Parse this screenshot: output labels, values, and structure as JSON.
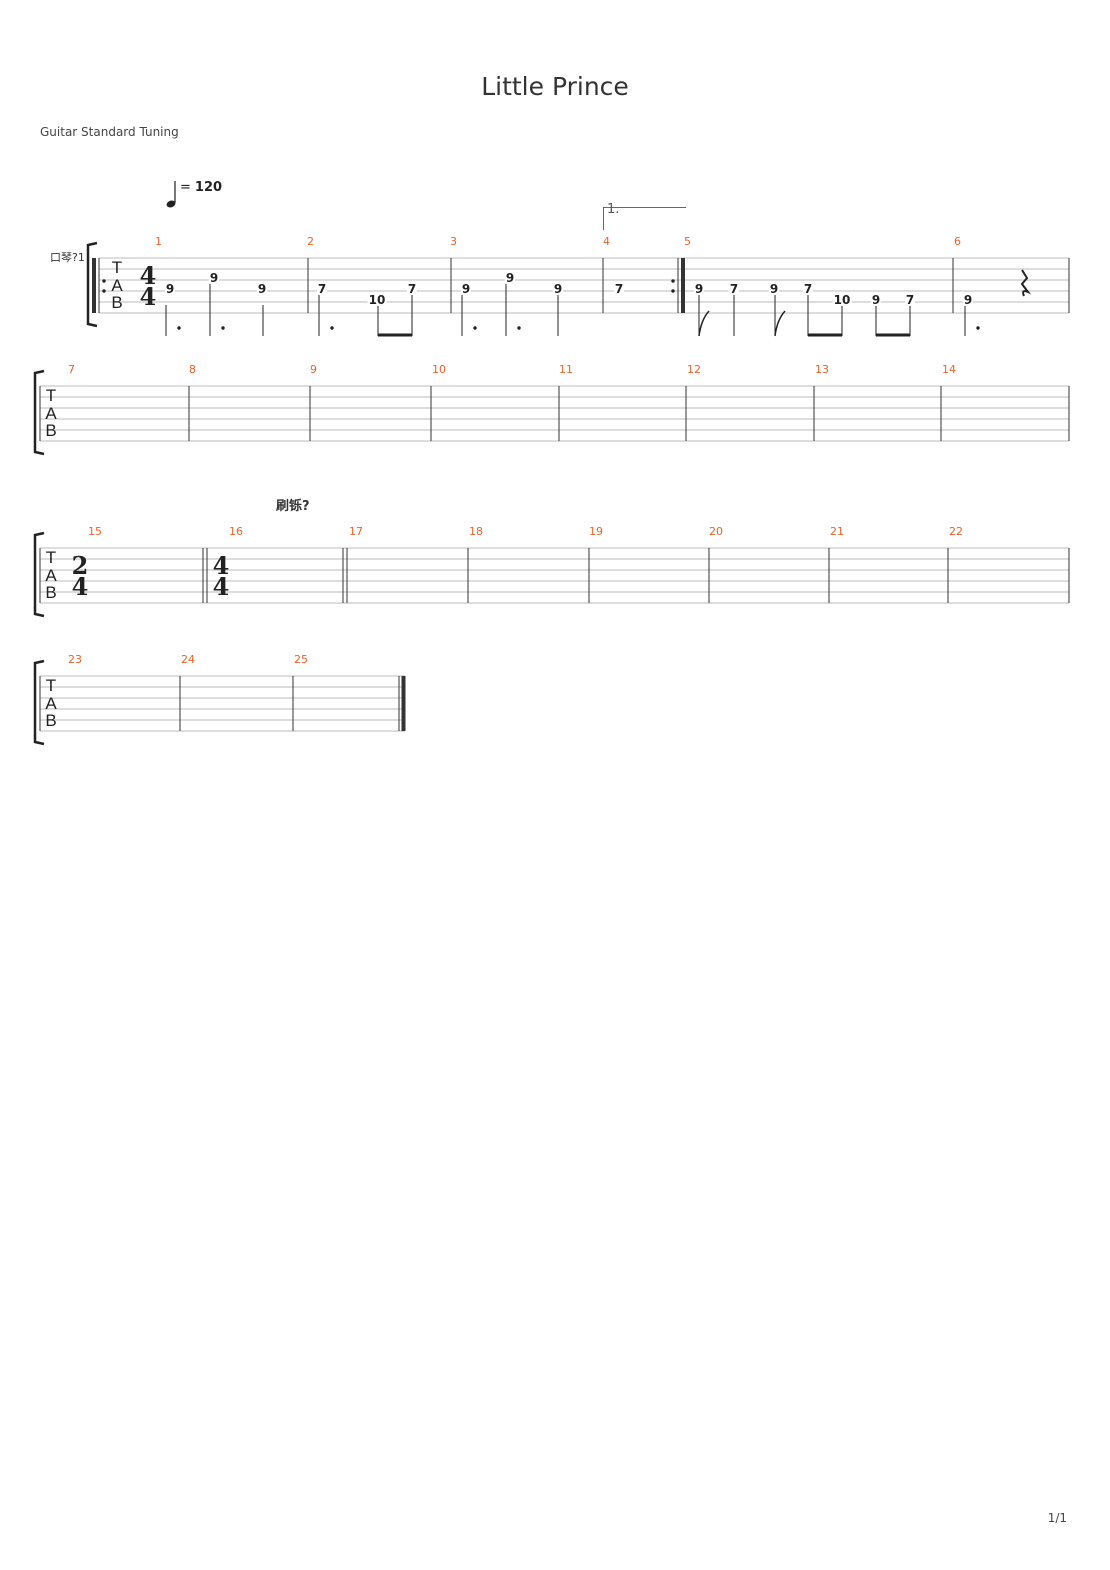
{
  "title": "Little Prince",
  "tuning": "Guitar Standard Tuning",
  "tempo": {
    "equals": "=",
    "bpm": "120"
  },
  "ending": "1.",
  "track_name": "口琴?1",
  "section_label": "刷铄?",
  "time_signatures": {
    "four": "4",
    "two": "2"
  },
  "tab_letters": {
    "t": "T",
    "a": "A",
    "b": "B"
  },
  "measure_numbers": [
    "1",
    "2",
    "3",
    "4",
    "5",
    "6",
    "7",
    "8",
    "9",
    "10",
    "11",
    "12",
    "13",
    "14",
    "15",
    "16",
    "17",
    "18",
    "19",
    "20",
    "21",
    "22",
    "23",
    "24",
    "25"
  ],
  "frets": {
    "m1": [
      "9",
      "9",
      "9"
    ],
    "m2": [
      "7",
      "10",
      "7"
    ],
    "m3": [
      "9",
      "9",
      "9"
    ],
    "m4": [
      "7"
    ],
    "m5": [
      "9",
      "7",
      "9",
      "7",
      "10",
      "9",
      "7"
    ],
    "m6": [
      "9"
    ]
  },
  "page": "1/1"
}
